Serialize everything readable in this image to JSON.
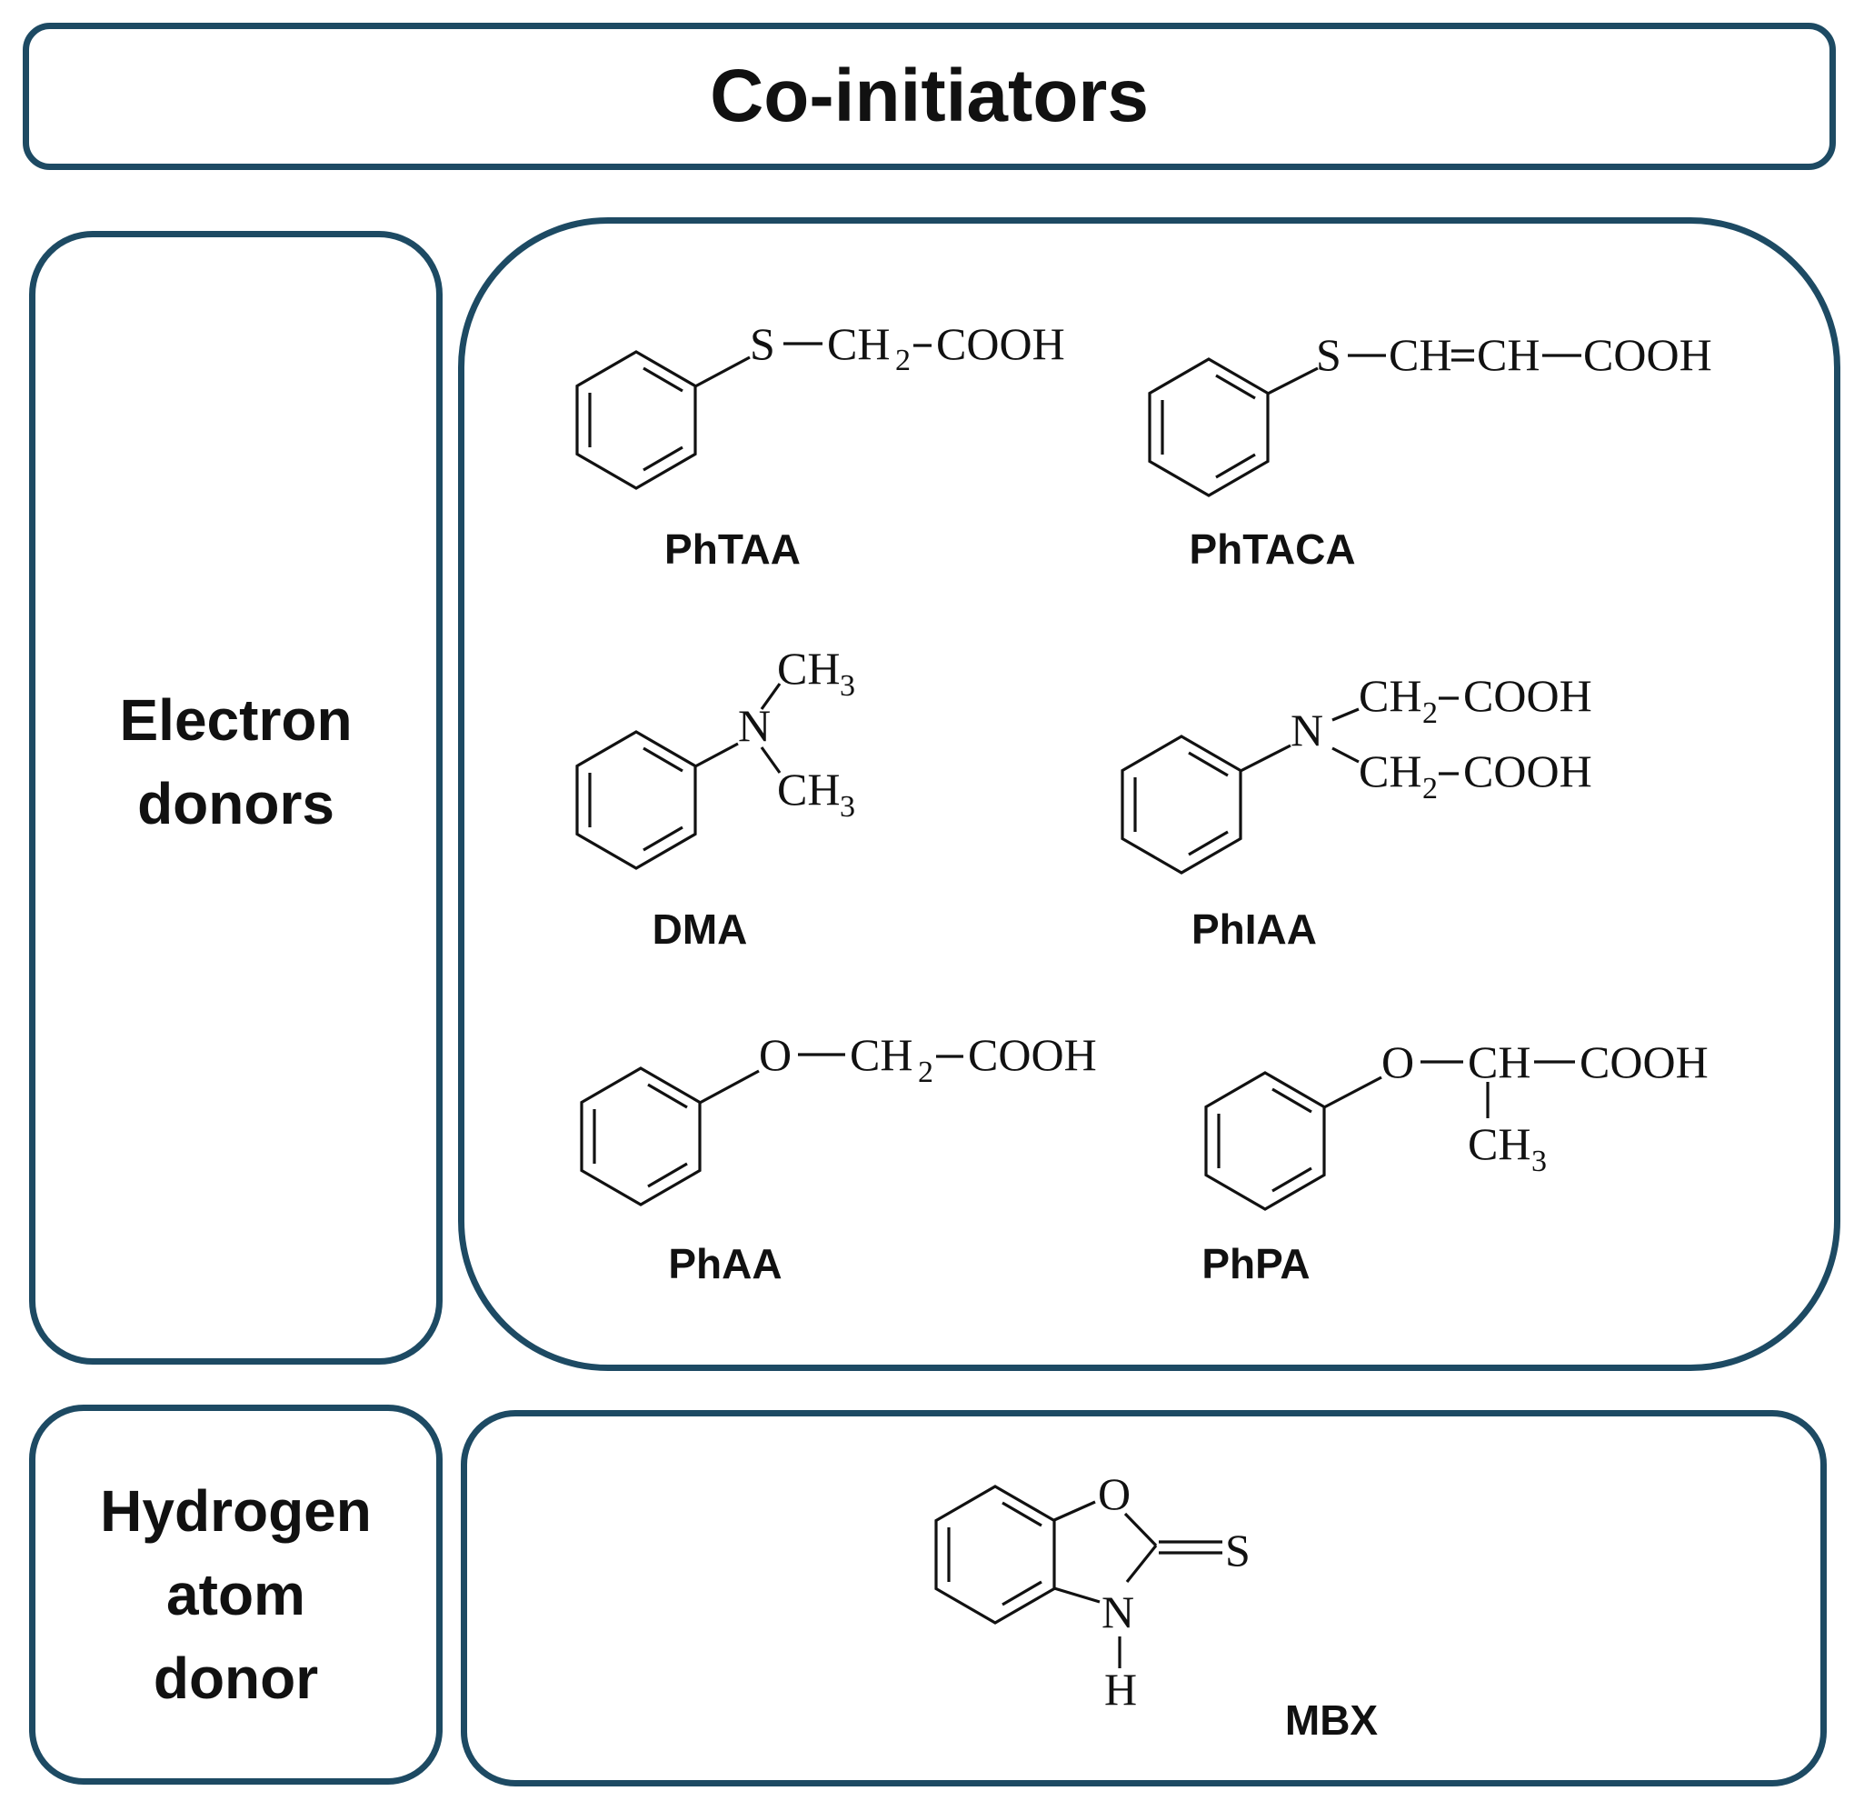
{
  "title": "Co-initiators",
  "categories": {
    "electron": [
      "Electron",
      "donors"
    ],
    "hydrogen": [
      "Hydrogen",
      "atom",
      "donor"
    ]
  },
  "compounds": {
    "phtaa": {
      "label": "PhTAA",
      "atoms": {
        "s": "S",
        "ch": "CH",
        "sub": "2",
        "cooh": "COOH"
      }
    },
    "phtaca": {
      "label": "PhTACA",
      "atoms": {
        "s": "S",
        "ch1": "CH",
        "ch2": "CH",
        "cooh": "COOH"
      }
    },
    "dma": {
      "label": "DMA",
      "atoms": {
        "n": "N",
        "ch_top": "CH",
        "sub_top": "3",
        "ch_bot": "CH",
        "sub_bot": "3"
      }
    },
    "phiaa": {
      "label": "PhIAA",
      "atoms": {
        "n": "N",
        "ch_top": "CH",
        "sub_top": "2",
        "cooh_top": "COOH",
        "ch_bot": "CH",
        "sub_bot": "2",
        "cooh_bot": "COOH"
      }
    },
    "phaa": {
      "label": "PhAA",
      "atoms": {
        "o": "O",
        "ch": "CH",
        "sub": "2",
        "cooh": "COOH"
      }
    },
    "phpa": {
      "label": "PhPA",
      "atoms": {
        "o": "O",
        "ch": "CH",
        "cooh": "COOH",
        "ch3": "CH",
        "sub": "3"
      }
    },
    "mbx": {
      "label": "MBX",
      "atoms": {
        "o": "O",
        "s": "S",
        "n": "N",
        "h": "H"
      }
    }
  }
}
